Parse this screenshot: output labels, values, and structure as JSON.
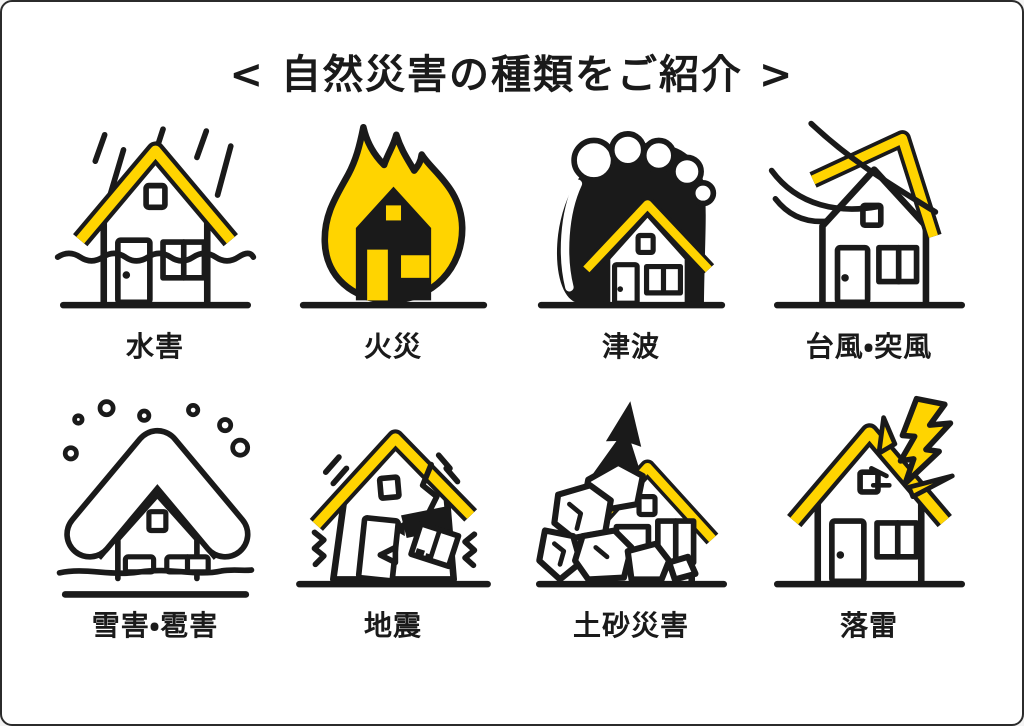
{
  "title": "< 自然災害の種類をご紹介 >",
  "colors": {
    "accent": "#FFD400",
    "ink": "#1A1A1A",
    "paper": "#FFFFFF",
    "frame": "#2B2B2B"
  },
  "items": [
    {
      "label": "水害",
      "icon": "flood-house-icon"
    },
    {
      "label": "火災",
      "icon": "fire-house-icon"
    },
    {
      "label": "津波",
      "icon": "tsunami-house-icon"
    },
    {
      "label": "台風・突風",
      "icon": "typhoon-gust-house-icon"
    },
    {
      "label": "雪害・雹害",
      "icon": "snow-hail-house-icon"
    },
    {
      "label": "地震",
      "icon": "earthquake-house-icon"
    },
    {
      "label": "土砂災害",
      "icon": "landslide-house-icon"
    },
    {
      "label": "落雷",
      "icon": "lightning-strike-house-icon"
    }
  ]
}
